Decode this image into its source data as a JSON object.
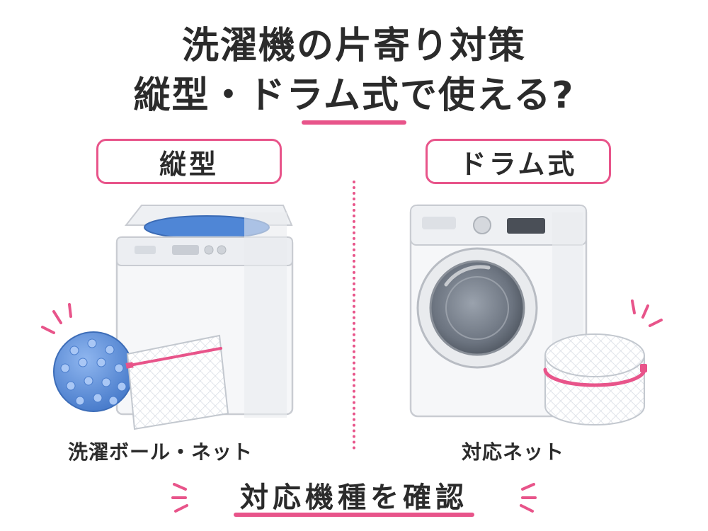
{
  "title": {
    "line1": "洗濯機の片寄り対策",
    "line2": "縦型・ドラム式で使える?"
  },
  "sections": {
    "left": {
      "label": "縦型",
      "caption": "洗濯ボール・ネット"
    },
    "right": {
      "label": "ドラム式",
      "caption": "対応ネット"
    }
  },
  "footer": {
    "text": "対応機種を確認"
  },
  "colors": {
    "accent": "#e8548a",
    "text": "#2b2b2b",
    "ball_blue": "#5b8ed9",
    "lid_blue": "#4f86d6"
  },
  "icons": [
    "top-load-washer-icon",
    "drum-washer-icon",
    "laundry-ball-icon",
    "flat-laundry-net-icon",
    "round-laundry-net-icon"
  ]
}
